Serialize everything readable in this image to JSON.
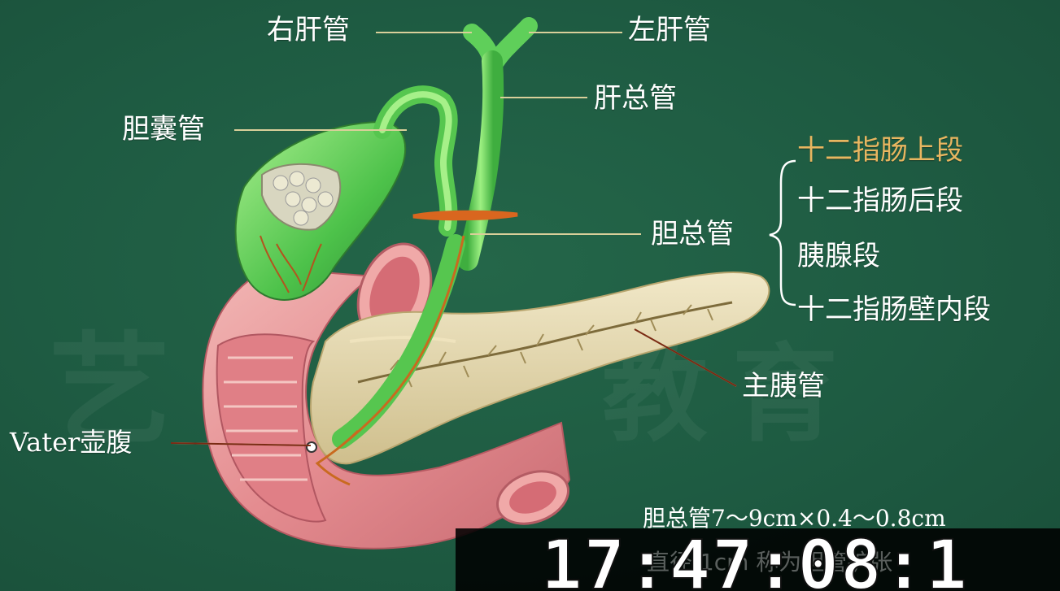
{
  "labels": {
    "right_hepatic_duct": "右肝管",
    "left_hepatic_duct": "左肝管",
    "common_hepatic_duct": "肝总管",
    "cystic_duct": "胆囊管",
    "common_bile_duct": "胆总管",
    "main_pancreatic_duct": "主胰管",
    "vater_ampulla": "Vater壶腹"
  },
  "segments": [
    "十二指肠上段",
    "十二指肠后段",
    "胰腺段",
    "十二指肠壁内段"
  ],
  "footnote": "胆总管7～9cm×0.4～0.8cm",
  "subtitle": "直径 1cm 称为胆管扩张",
  "timestamp": "17:47:08:1",
  "watermark": "艺 教育",
  "colors": {
    "board": "#1f5a43",
    "label": "#ffffff",
    "highlight": "#e8b660",
    "leader_line": "#d9cf9a",
    "bile_duct": "#5fcf5a",
    "pancreas": "#e8dcb4",
    "duodenum": "#e79a9c",
    "bile_duct_orange": "#d9661f"
  }
}
